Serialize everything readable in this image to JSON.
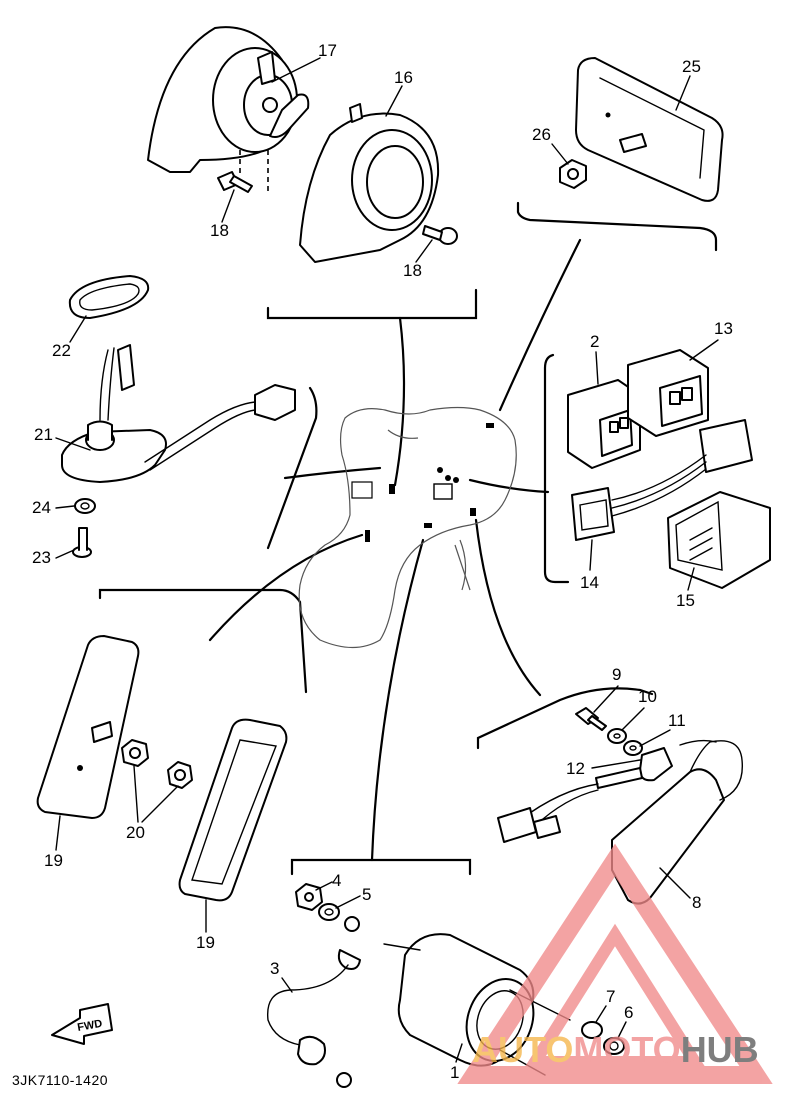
{
  "drawing_code": "3JK7110-1420",
  "direction_label": "FWD",
  "callouts": {
    "c1": "1",
    "c2": "2",
    "c3": "3",
    "c4": "4",
    "c5": "5",
    "c6": "6",
    "c7": "7",
    "c8": "8",
    "c9": "9",
    "c10": "10",
    "c11": "11",
    "c12": "12",
    "c13": "13",
    "c14": "14",
    "c15": "15",
    "c16": "16",
    "c17": "17",
    "c18a": "18",
    "c18b": "18",
    "c19a": "19",
    "c19b": "19",
    "c20": "20",
    "c21": "21",
    "c22": "22",
    "c23": "23",
    "c24": "24",
    "c25": "25",
    "c26": "26"
  },
  "watermark": {
    "part1": "AUTO",
    "part2": "MOTO",
    "part3": "HUB",
    "color_primary": "#f08a8a",
    "color_secondary": "#f5b54a",
    "color_dark": "#5a5a5a"
  }
}
